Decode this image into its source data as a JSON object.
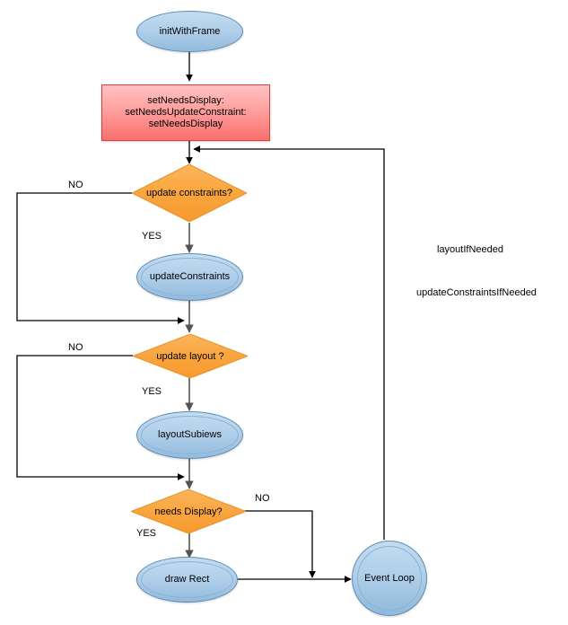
{
  "diagram": {
    "title": "UIView layout and drawing cycle flowchart",
    "background": "#ffffff",
    "colors": {
      "ellipse_fill": "#b2d0ea",
      "ellipse_stroke": "#5d8cb3",
      "rect_fill": "#fa706e",
      "rect_stroke": "#d8403e",
      "diamond_fill": "#f9a43c",
      "diamond_stroke": "#e5912c",
      "edge_stroke": "#000000",
      "text": "#000000"
    }
  },
  "nodes": {
    "init_with_frame": {
      "label": "initWithFrame",
      "shape": "ellipse"
    },
    "set_needs": {
      "line1": "setNeedsDisplay:",
      "line2": "setNeedsUpdateConstraint:",
      "line3": "setNeedsDisplay",
      "shape": "rectangle"
    },
    "update_constraints_decision": {
      "label": "update constraints?",
      "shape": "diamond"
    },
    "update_constraints": {
      "label": "updateConstraints",
      "shape": "ellipse"
    },
    "update_layout_decision": {
      "label": "update layout ?",
      "shape": "diamond"
    },
    "layout_subviews": {
      "label": "layoutSubiews",
      "shape": "ellipse"
    },
    "needs_display_decision": {
      "label": "needs Display?",
      "shape": "diamond"
    },
    "draw_rect": {
      "label": "draw Rect",
      "shape": "ellipse"
    },
    "event_loop": {
      "label": "Event Loop",
      "shape": "circle"
    }
  },
  "edge_labels": {
    "no_constraints": "NO",
    "yes_constraints": "YES",
    "no_layout": "NO",
    "yes_layout": "YES",
    "no_display": "NO",
    "yes_display": "YES"
  },
  "annotations": {
    "layout_if_needed": "layoutIfNeeded",
    "update_constraints_if_needed": "updateConstraintsIfNeeded"
  }
}
